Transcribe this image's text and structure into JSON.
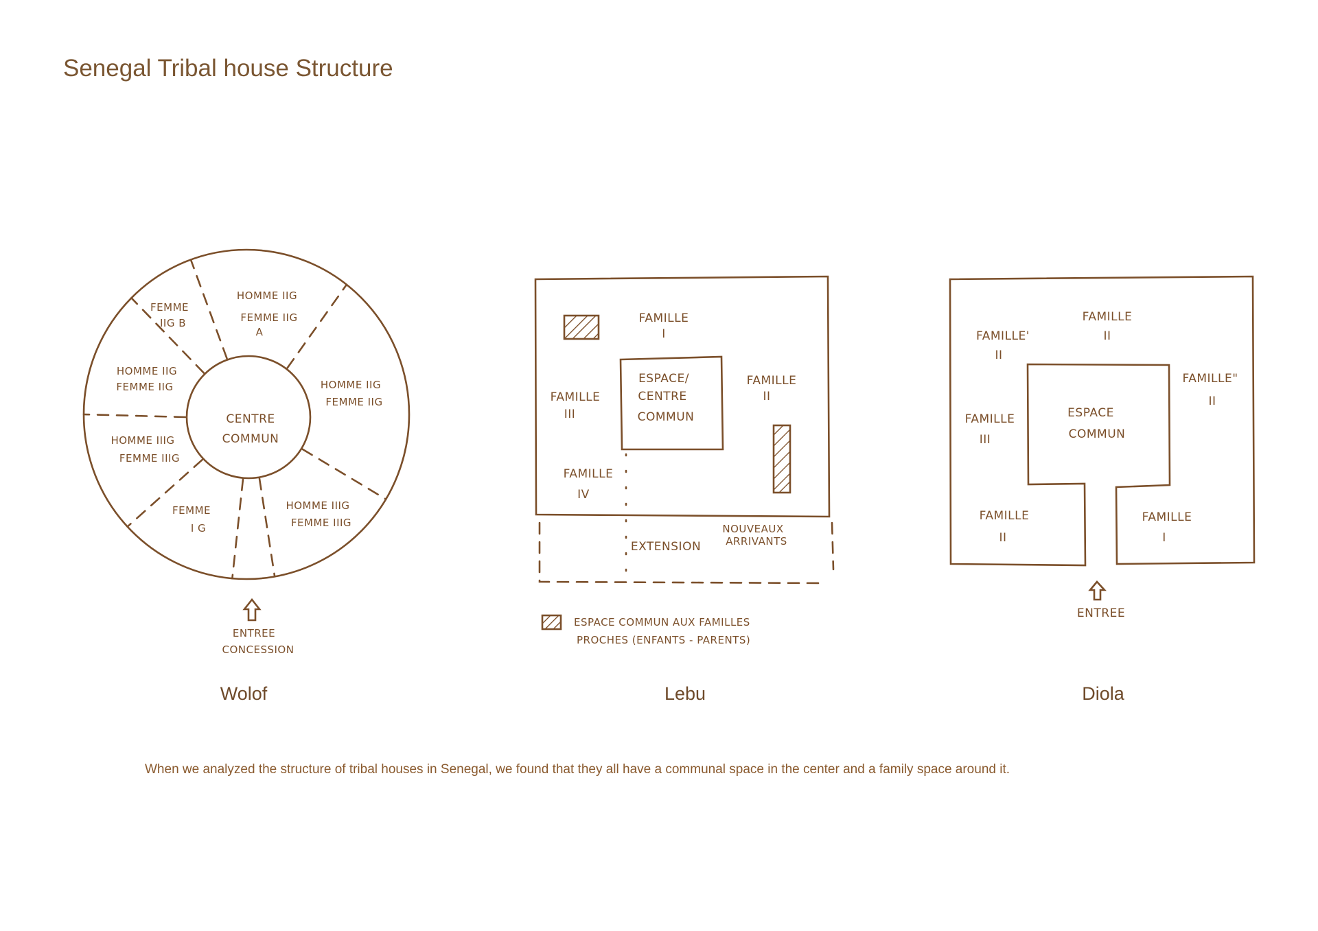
{
  "title": "Senegal Tribal house Structure",
  "caption": "When we analyzed the structure of tribal houses in Senegal, we found that they all have a communal space in the center and a family space around it.",
  "colors": {
    "ink": "#7b4f2a",
    "title": "#7a5632",
    "caption": "#8a5a2e"
  },
  "wolof": {
    "name": "Wolof",
    "center": [
      "CENTRE",
      "COMMUN"
    ],
    "sectors": [
      [
        "FEMME",
        "IIG B"
      ],
      [
        "HOMME IIG",
        "FEMME IIG",
        "A"
      ],
      [
        "HOMME IIG",
        "FEMME IIG"
      ],
      [
        "HOMME IIG",
        "FEMME IIG"
      ],
      [
        "HOMME IIIG",
        "FEMME IIIG"
      ],
      [
        "FEMME",
        "I G"
      ],
      [
        "HOMME IIIG",
        "FEMME IIIG"
      ]
    ],
    "entrance": [
      "ENTREE",
      "CONCESSION"
    ],
    "entrance_icon": "up-arrow-icon"
  },
  "lebu": {
    "name": "Lebu",
    "center": [
      "ESPACE/",
      "CENTRE",
      "COMMUN"
    ],
    "families": [
      [
        "FAMILLE",
        "I"
      ],
      [
        "FAMILLE",
        "II"
      ],
      [
        "FAMILLE",
        "III"
      ],
      [
        "FAMILLE",
        "IV"
      ]
    ],
    "extension": "EXTENSION",
    "newcomers": [
      "NOUVEAUX",
      "ARRIVANTS"
    ],
    "legend": [
      "ESPACE COMMUN AUX FAMILLES",
      "PROCHES (ENFANTS - PARENTS)"
    ]
  },
  "diola": {
    "name": "Diola",
    "center": [
      "ESPACE",
      "COMMUN"
    ],
    "families": [
      [
        "FAMILLE",
        "II"
      ],
      [
        "FAMILLE'",
        "II"
      ],
      [
        "FAMILLE\"",
        "II"
      ],
      [
        "FAMILLE",
        "III"
      ],
      [
        "FAMILLE",
        "II"
      ],
      [
        "FAMILLE",
        "I"
      ]
    ],
    "entrance": "ENTREE",
    "entrance_icon": "up-arrow-icon"
  }
}
